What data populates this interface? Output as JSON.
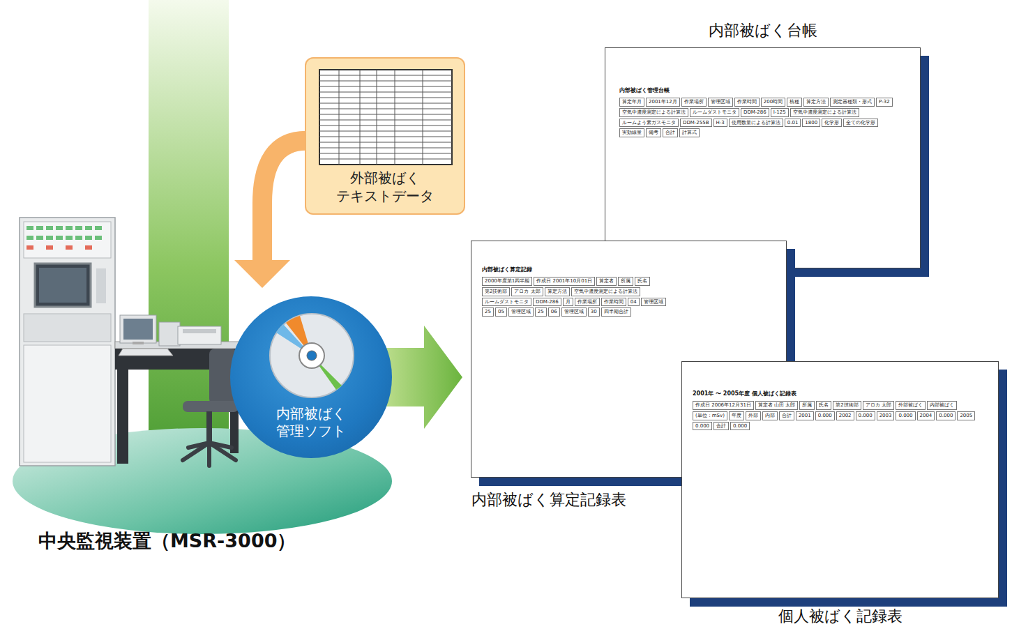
{
  "diagram": {
    "nodes": [
      {
        "text": [
          "外部被ばく テキストデータ"
        ]
      },
      {
        "text": [
          "内部被ばく 管理ソフト"
        ]
      },
      {
        "text": [
          "中央監視装置（MSR-3000）"
        ]
      },
      {
        "text": [
          "内部被ばく台帳",
          "内部被ばく管理台帳",
          "算定年月",
          "2001年12月",
          "作業場所",
          "管理区域",
          "作業時間",
          "200時間",
          "核種",
          "算定方法",
          "測定器種類・形式",
          "P-32",
          "空気中濃度測定による計算法",
          "ルームダストモニタ",
          "DDM-286",
          "I-125",
          "空気中濃度測定による計算法",
          "ルームよう素ガスモニタ",
          "DDM-255B",
          "H-3",
          "使用数量による計算法",
          "0.01",
          "1800",
          "化学形",
          "全ての化学形",
          "実効線量",
          "備考",
          "合計",
          "計算式"
        ]
      },
      {
        "text": [
          "内部被ばく算定記録表",
          "内部被ばく算定記録",
          "2000年度第1四半期",
          "作成日 2001年10月01日",
          "算定者",
          "所属",
          "氏名",
          "第2技術部",
          "アロカ 太郎",
          "算定方法",
          "空気中濃度測定による計算法",
          "ルームダストモニタ",
          "DDM-286",
          "月",
          "作業場所",
          "作業時間",
          "04",
          "管理区域",
          "25",
          "05",
          "管理区域",
          "25",
          "06",
          "管理区域",
          "30",
          "四半期合計"
        ]
      },
      {
        "text": [
          "個人被ばく記録表",
          "2001年 〜 2005年度 個人被ばく記録表",
          "作成日 2006年12月31日",
          "算定者 山田 太郎",
          "所属",
          "氏名",
          "第2技術部",
          "アロカ 太郎",
          "外部被ばく",
          "内部被ばく",
          "(単位：mSv)",
          "年度",
          "外部",
          "内部",
          "合計",
          "2001",
          "0.000",
          "2002",
          "0.000",
          "2003",
          "0.000",
          "2004",
          "0.000",
          "2005",
          "0.000",
          "合計",
          "0.000"
        ]
      }
    ],
    "edges": [
      {
        "from": 0,
        "to": 1,
        "arrow": "to"
      },
      {
        "from": 1,
        "to": 4,
        "arrow": "to"
      }
    ]
  }
}
